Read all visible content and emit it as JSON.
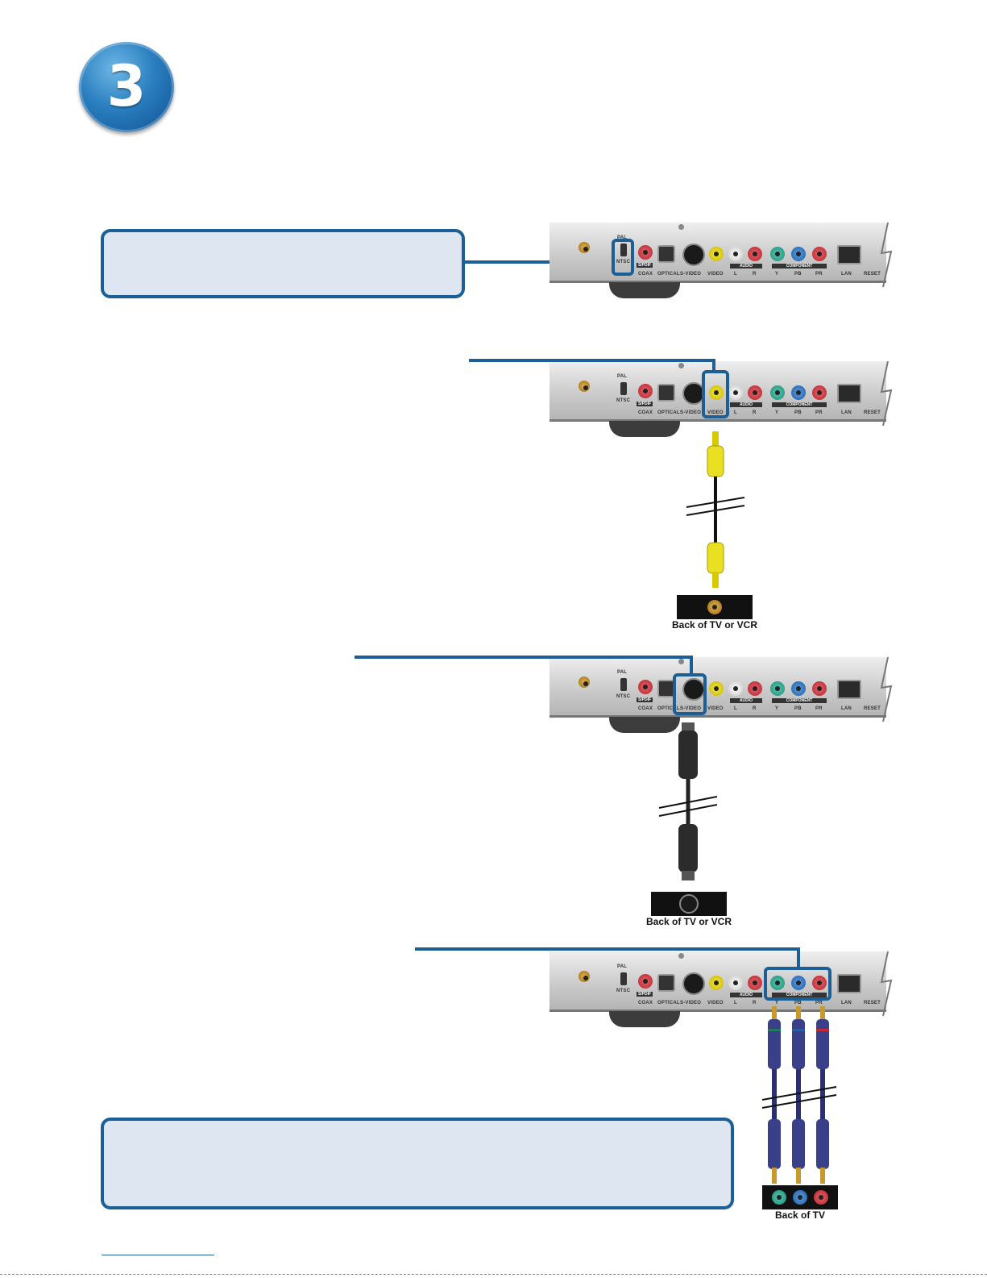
{
  "step": {
    "number": "3"
  },
  "panel_labels": {
    "pal": "PAL",
    "ntsc": "NTSC",
    "spdif": "S/PDIF",
    "coax": "COAX",
    "optical": "OPTICAL",
    "svideo": "S-VIDEO",
    "video": "VIDEO",
    "audio": "AUDIO",
    "l": "L",
    "r": "R",
    "component": "COMPONENT",
    "y": "Y",
    "pb": "PB",
    "pr": "PR",
    "lan": "LAN",
    "reset": "RESET"
  },
  "connections": [
    {
      "caption": "Back of TV or VCR"
    },
    {
      "caption": "Back of TV or VCR"
    },
    {
      "caption": "Back of TV"
    }
  ],
  "colors": {
    "accent": "#1c5f96",
    "callout_fill": "#dde6f1",
    "composite_cable": "#e8e021",
    "component_cable": "#3a3f8a"
  }
}
